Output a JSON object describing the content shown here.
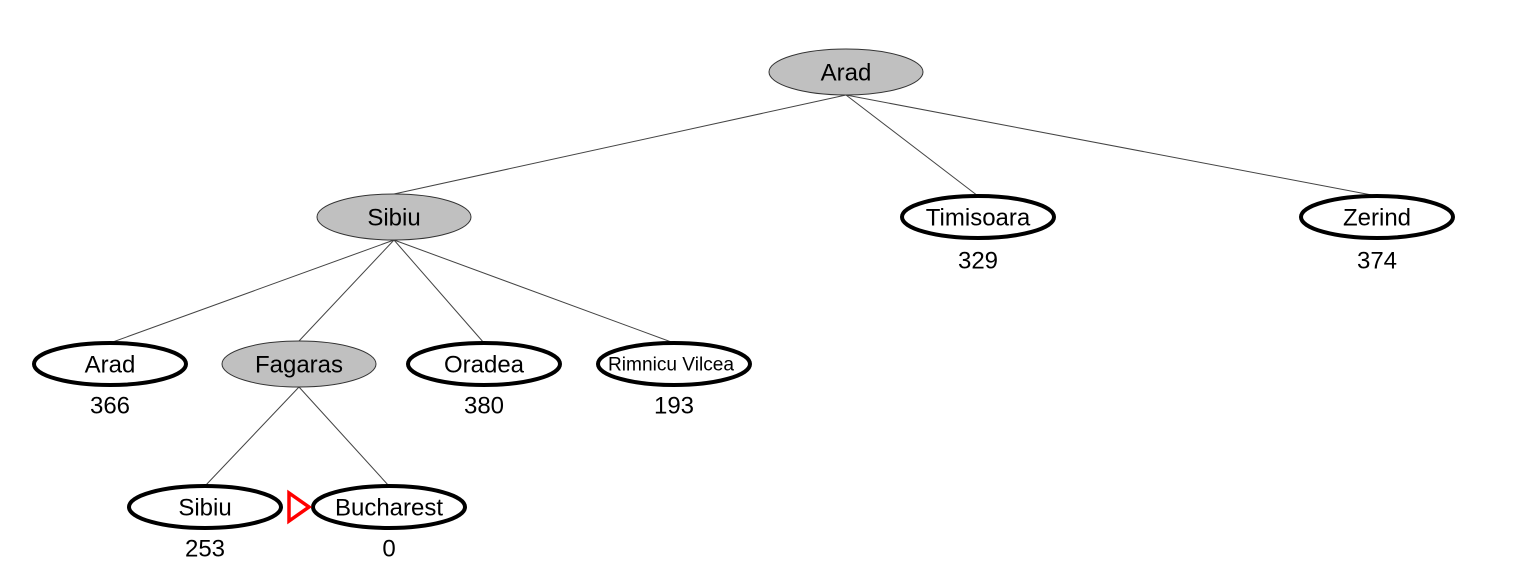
{
  "colors": {
    "expanded_fill": "#c0c0c0",
    "frontier_fill": "#ffffff",
    "marker": "#ff0000"
  },
  "nodes": {
    "arad_root": {
      "label": "Arad",
      "state": "expanded"
    },
    "sibiu": {
      "label": "Sibiu",
      "state": "expanded"
    },
    "timisoara": {
      "label": "Timisoara",
      "value": "329",
      "state": "frontier"
    },
    "zerind": {
      "label": "Zerind",
      "value": "374",
      "state": "frontier"
    },
    "arad_leaf": {
      "label": "Arad",
      "value": "366",
      "state": "frontier"
    },
    "fagaras": {
      "label": "Fagaras",
      "state": "expanded"
    },
    "oradea": {
      "label": "Oradea",
      "value": "380",
      "state": "frontier"
    },
    "rimnicu": {
      "label": "Rimnicu Vilcea",
      "value": "193",
      "state": "frontier"
    },
    "sibiu_leaf": {
      "label": "Sibiu",
      "value": "253",
      "state": "frontier"
    },
    "bucharest": {
      "label": "Bucharest",
      "value": "0",
      "state": "frontier"
    }
  },
  "edges": [
    [
      "arad_root",
      "sibiu"
    ],
    [
      "arad_root",
      "timisoara"
    ],
    [
      "arad_root",
      "zerind"
    ],
    [
      "sibiu",
      "arad_leaf"
    ],
    [
      "sibiu",
      "fagaras"
    ],
    [
      "sibiu",
      "oradea"
    ],
    [
      "sibiu",
      "rimnicu"
    ],
    [
      "fagaras",
      "sibiu_leaf"
    ],
    [
      "fagaras",
      "bucharest"
    ]
  ],
  "selection_marker": {
    "target": "bucharest",
    "icon": "triangle-right-icon"
  }
}
